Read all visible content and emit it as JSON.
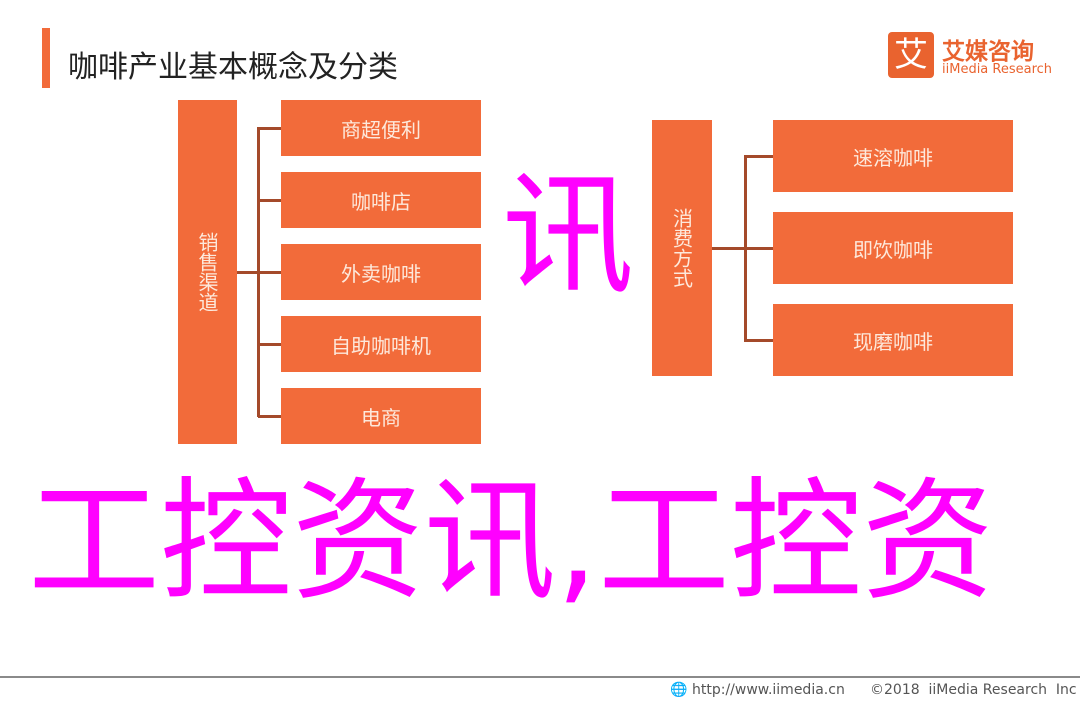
{
  "header": {
    "title": "咖啡产业基本概念及分类"
  },
  "logo": {
    "mark": "艾",
    "name_cn": "艾媒咨询",
    "name_en": "iiMedia Research"
  },
  "diagram": {
    "left": {
      "label": "销售渠道",
      "items": [
        "商超便利",
        "咖啡店",
        "外卖咖啡",
        "自助咖啡机",
        "电商"
      ]
    },
    "right": {
      "label": "消费方式",
      "items": [
        "速溶咖啡",
        "即饮咖啡",
        "现磨咖啡"
      ]
    }
  },
  "watermark": {
    "line1": "工控资讯,工控资",
    "line2": "讯"
  },
  "footer": {
    "url": "http://www.iimedia.cn",
    "copyright": "©2018  iiMedia Research  Inc"
  },
  "colors": {
    "accent": "#f26b3a",
    "watermark": "#ff00ff"
  }
}
